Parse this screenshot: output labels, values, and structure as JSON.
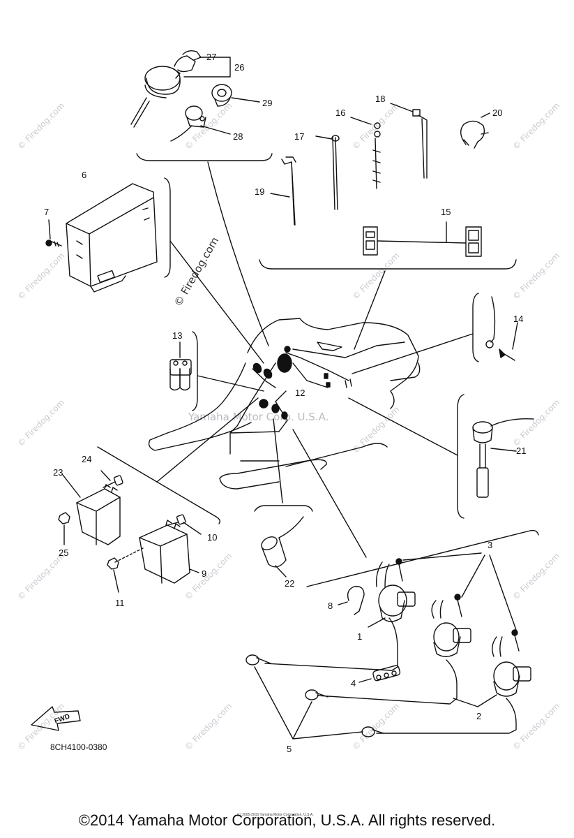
{
  "watermark": "© Firedog.com",
  "center_watermark": "Yamaha Motor Corp. U.S.A.",
  "diagram_code": "8CH4100-0380",
  "fwd_label": "FWD",
  "tiny_notice": "(c) 2005-2015 Yamaha Motor Corporation, U.S.A.",
  "copyright": "©2014 Yamaha Motor Corporation, U.S.A. All rights reserved.",
  "callouts": {
    "n1": "1",
    "n2": "2",
    "n3": "3",
    "n4": "4",
    "n5": "5",
    "n6": "6",
    "n7": "7",
    "n8": "8",
    "n9": "9",
    "n10": "10",
    "n11": "11",
    "n12": "12",
    "n13": "13",
    "n14": "14",
    "n15": "15",
    "n16": "16",
    "n17": "17",
    "n18": "18",
    "n19": "19",
    "n20": "20",
    "n21": "21",
    "n22": "22",
    "n23": "23",
    "n24": "24",
    "n25": "25",
    "n26": "26",
    "n27": "27",
    "n28": "28",
    "n29": "29"
  }
}
